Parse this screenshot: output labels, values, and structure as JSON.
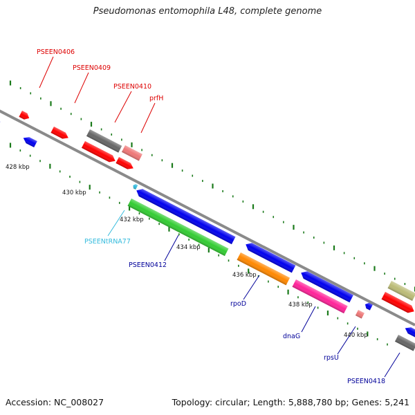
{
  "header": {
    "title": "Pseudomonas entomophila L48, complete genome"
  },
  "footer": {
    "accession": "Accession: NC_008027",
    "summary": "Topology: circular; Length: 5,888,780 bp; Genes: 5,241"
  },
  "scale_labels": [
    {
      "id": "428",
      "text": "428 kbp"
    },
    {
      "id": "430",
      "text": "430 kbp"
    },
    {
      "id": "432",
      "text": "432 kbp"
    },
    {
      "id": "434",
      "text": "434 kbp"
    },
    {
      "id": "436",
      "text": "436 kbp"
    },
    {
      "id": "438",
      "text": "438 kbp"
    },
    {
      "id": "440",
      "text": "440 kbp"
    }
  ],
  "gene_labels": [
    {
      "id": "pseen0406",
      "text": "PSEEN0406",
      "color": "#dd0000"
    },
    {
      "id": "pseen0409",
      "text": "PSEEN0409",
      "color": "#dd0000"
    },
    {
      "id": "pseen0410",
      "text": "PSEEN0410",
      "color": "#dd0000"
    },
    {
      "id": "prfh",
      "text": "prfH",
      "color": "#dd0000"
    },
    {
      "id": "pseentrna77",
      "text": "PSEENtRNA77",
      "color": "#33bbdd"
    },
    {
      "id": "pseen0412",
      "text": "PSEEN0412",
      "color": "#000099"
    },
    {
      "id": "rpod",
      "text": "rpoD",
      "color": "#000099"
    },
    {
      "id": "dnag",
      "text": "dnaG",
      "color": "#000099"
    },
    {
      "id": "rpsu",
      "text": "rpsU",
      "color": "#000099"
    },
    {
      "id": "pseen0418",
      "text": "PSEEN0418",
      "color": "#000099"
    }
  ],
  "colors": {
    "backbone": "#8a8a8a",
    "tick": "#1a7a1a",
    "red": "#ff0000",
    "blue": "#0000ee",
    "green": "#33cc33",
    "orange": "#ff8800",
    "pink": "#ff2299",
    "gray": "#666666",
    "salmon": "#ee7777",
    "olive": "#bbbb77",
    "cyan": "#33bbdd"
  }
}
